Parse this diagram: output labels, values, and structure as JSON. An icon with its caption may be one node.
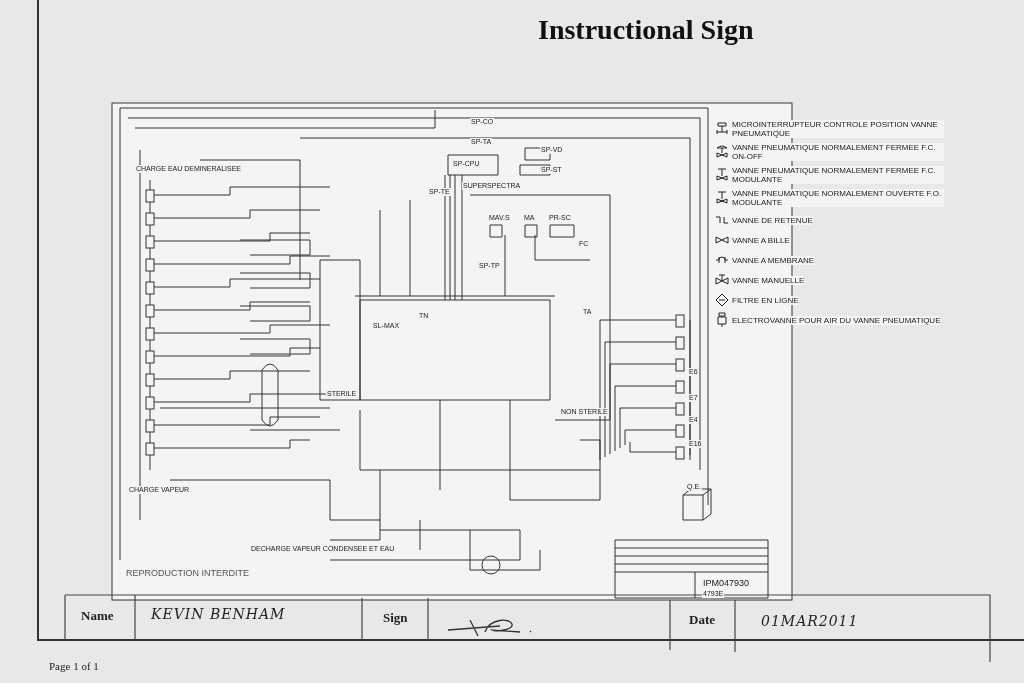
{
  "diagram": {
    "title": "Instructional Sign",
    "labels": [
      "CHARGE EAU DEMINERALISEE",
      "SP-CO",
      "SP-TA",
      "SP-CPU",
      "SP-VD",
      "SP-ST",
      "SUPERSPECTRA",
      "SP-TE",
      "MAV.S",
      "MA",
      "PR-SC",
      "FC",
      "SP-TP",
      "SL-MAX",
      "TN",
      "TA",
      "STERILE",
      "NON STERILE",
      "CHARGE VAPEUR",
      "DECHARGE VAPEUR CONDENSEE ET EAU",
      "REPRODUCTION INTERDITE",
      "E6",
      "E7",
      "E4",
      "E16",
      "Q.E.",
      "IPM047930",
      "4793E",
      "Name",
      "KEVIN BENHAM",
      "Sign",
      "Date",
      "01MAR2011",
      "Page 1 of 1"
    ],
    "legend": [
      {
        "text": "MICROINTERRUPTEUR CONTROLE POSITION VANNE PNEUMATIQUE"
      },
      {
        "text": "VANNE PNEUMATIQUE NORMALEMENT FERMEE F.C. ON-OFF"
      },
      {
        "text": "VANNE PNEUMATIQUE NORMALEMENT FERMEE F.C. MODULANTE"
      },
      {
        "text": "VANNE PNEUMATIQUE NORMALEMENT OUVERTE F.O. MODULANTE"
      },
      {
        "text": "VANNE DE RETENUE"
      },
      {
        "text": "VANNE A BILLE"
      },
      {
        "text": "VANNE A MEMBRANE"
      },
      {
        "text": "VANNE MANUELLE"
      },
      {
        "text": "FILTRE EN LIGNE"
      },
      {
        "text": "ELECTROVANNE POUR AIR DU VANNE PNEUMATIQUE"
      }
    ]
  }
}
